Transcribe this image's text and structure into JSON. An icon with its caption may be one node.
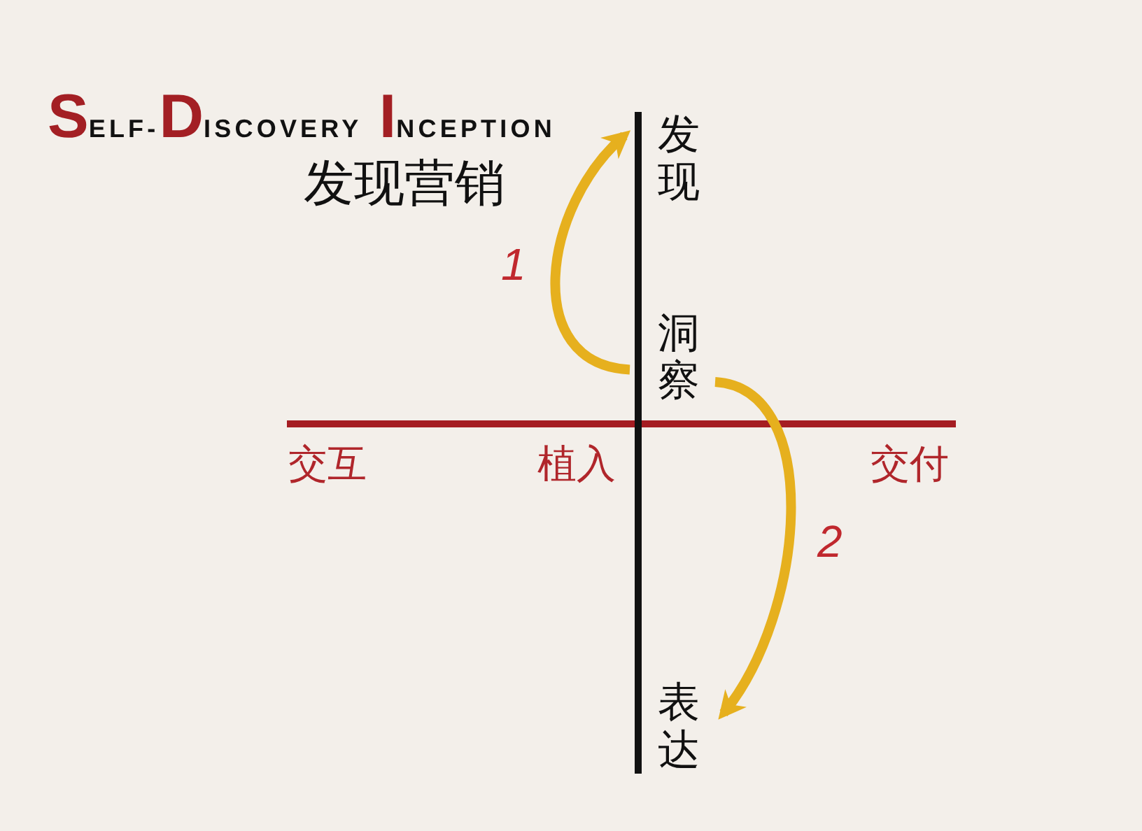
{
  "diagram": {
    "title": "SELF-DISCOVERY INCEPTION",
    "nodes": [
      {
        "text": [
          "发现"
        ]
      },
      {
        "text": [
          "洞察"
        ]
      },
      {
        "text": [
          "表达"
        ]
      }
    ],
    "edges": [
      {
        "from": 1,
        "to": 0,
        "arrow": "to",
        "label": "1"
      },
      {
        "from": 1,
        "to": 2,
        "arrow": "to",
        "label": "2"
      }
    ],
    "labels": [
      "发现营销",
      "交互",
      "植入",
      "交付"
    ]
  }
}
